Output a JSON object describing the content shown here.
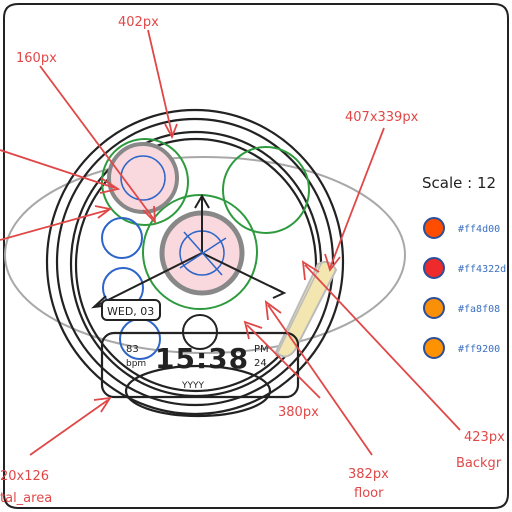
{
  "annotations": {
    "top_px": "402px",
    "left_px": "160px",
    "right_top": "407x339px",
    "mid_px": "380px",
    "floor_px": "382px",
    "floor_label": "floor",
    "br_px": "423px",
    "br_label": "Backgr",
    "bl_size": "20x126",
    "bl_label": "tal_area"
  },
  "watch": {
    "date": "WED, 03",
    "time": "15:38",
    "left_value": "83",
    "left_unit": "bpm",
    "right_value": "PM",
    "right_sub": "24",
    "bottom_value": "YYYY"
  },
  "legend": {
    "scale_label": "Scale : 12",
    "items": [
      {
        "label": "#ff4d00",
        "color": "#ff4d00"
      },
      {
        "label": "#ff4322d",
        "color": "#ee2a2a"
      },
      {
        "label": "#fa8f08",
        "color": "#fa8f08"
      },
      {
        "label": "#ff9200",
        "color": "#ff9200"
      }
    ]
  },
  "colors": {
    "annotation_red": "#e04848",
    "stroke_black": "#222222",
    "green": "#2e9a3e",
    "blue": "#2d65c8",
    "pink_fill": "#f9d9de",
    "yellow_fill": "#f3e6b0",
    "grey_ellipse": "#a8a8a8"
  }
}
